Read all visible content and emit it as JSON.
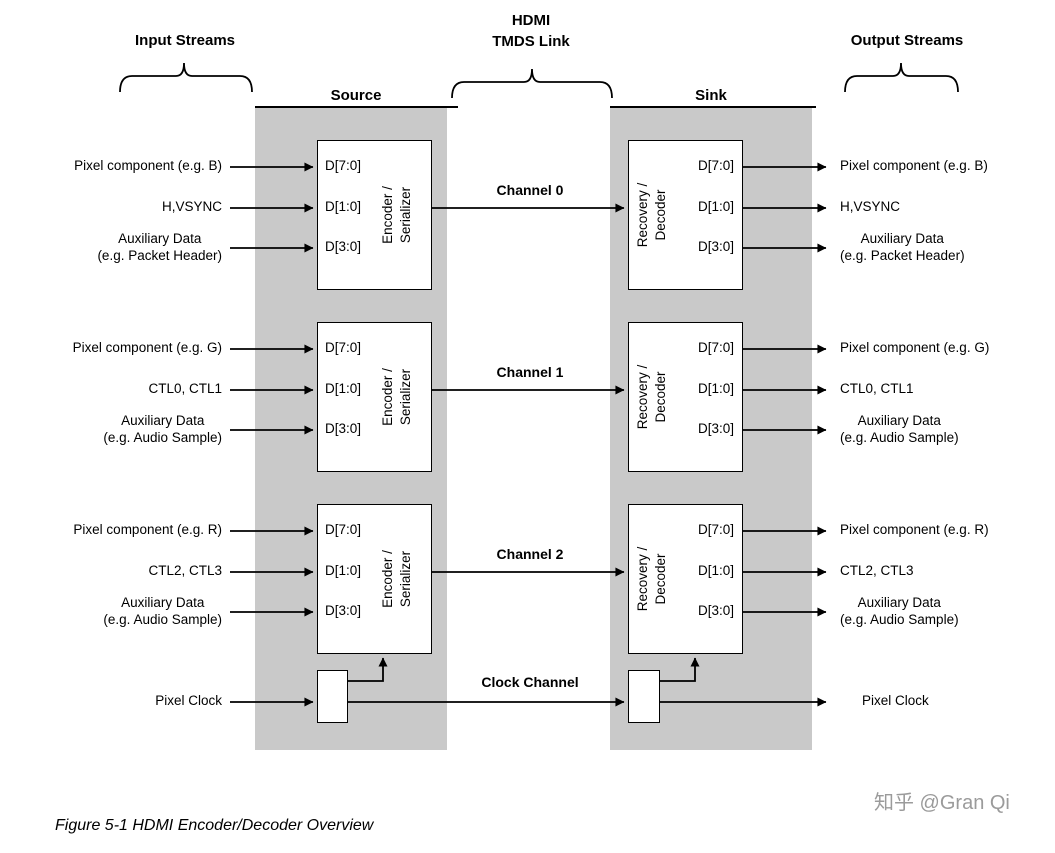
{
  "headings": {
    "input_streams": "Input Streams",
    "tmds_link": "HDMI\nTMDS Link",
    "output_streams": "Output Streams",
    "source": "Source",
    "sink": "Sink"
  },
  "blocks": {
    "encoder_label": "Encoder /\nSerializer",
    "decoder_label": "Recovery /\nDecoder",
    "ports": [
      "D[7:0]",
      "D[1:0]",
      "D[3:0]"
    ]
  },
  "channels": [
    {
      "label": "Channel 0",
      "inputs": [
        "Pixel component (e.g. B)",
        "H,VSYNC",
        "Auxiliary Data\n(e.g. Packet Header)"
      ],
      "outputs": [
        "Pixel component (e.g. B)",
        "H,VSYNC",
        "Auxiliary Data\n(e.g. Packet Header)"
      ]
    },
    {
      "label": "Channel 1",
      "inputs": [
        "Pixel component (e.g. G)",
        "CTL0, CTL1",
        "Auxiliary Data\n(e.g. Audio Sample)"
      ],
      "outputs": [
        "Pixel component (e.g. G)",
        "CTL0, CTL1",
        "Auxiliary Data\n(e.g. Audio Sample)"
      ]
    },
    {
      "label": "Channel 2",
      "inputs": [
        "Pixel component (e.g. R)",
        "CTL2, CTL3",
        "Auxiliary Data\n(e.g. Audio Sample)"
      ],
      "outputs": [
        "Pixel component (e.g. R)",
        "CTL2, CTL3",
        "Auxiliary Data\n(e.g. Audio Sample)"
      ]
    }
  ],
  "clock": {
    "channel_label": "Clock Channel",
    "input_label": "Pixel Clock",
    "output_label": "Pixel Clock"
  },
  "caption": "Figure 5-1 HDMI Encoder/Decoder Overview",
  "watermark": "知乎 @Gran Qi",
  "colors": {
    "region_fill": "#c9c9c9",
    "line": "#000000",
    "watermark": "#9b9b9b"
  }
}
